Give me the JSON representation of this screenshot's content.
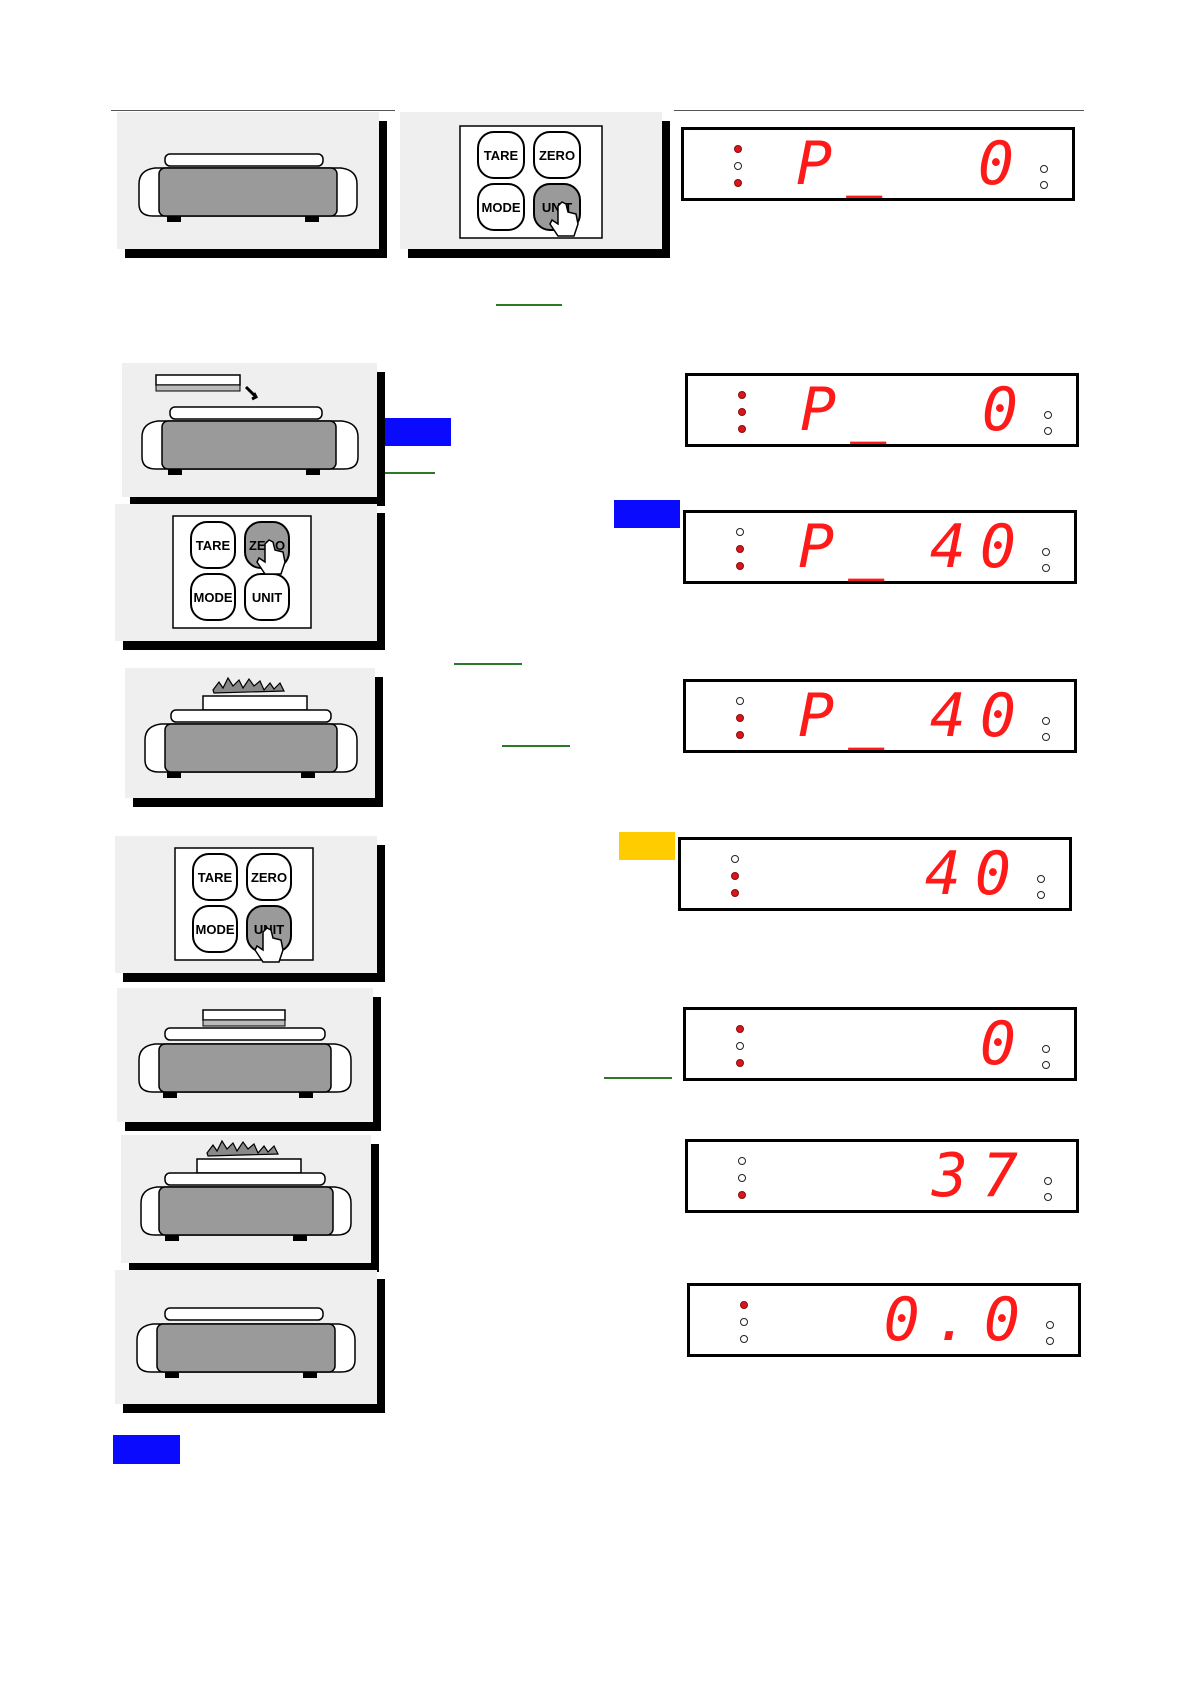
{
  "keypad": {
    "tare": "TARE",
    "zero": "ZERO",
    "mode": "MODE",
    "unit": "UNIT"
  },
  "displays": [
    {
      "left_text": "P_",
      "right_text": "0",
      "leds": [
        true,
        false,
        true
      ]
    },
    {
      "left_text": "P_",
      "right_text": "0",
      "leds": [
        true,
        true,
        true
      ]
    },
    {
      "left_text": "P_",
      "right_text": "40",
      "leds": [
        false,
        true,
        true
      ]
    },
    {
      "left_text": "P_",
      "right_text": "40",
      "leds": [
        false,
        true,
        true
      ]
    },
    {
      "left_text": "",
      "right_text": "40",
      "leds": [
        false,
        true,
        true
      ]
    },
    {
      "left_text": "",
      "right_text": "0",
      "leds": [
        true,
        false,
        true
      ]
    },
    {
      "left_text": "",
      "right_text": "37",
      "leds": [
        false,
        false,
        true
      ]
    },
    {
      "left_text": "",
      "right_text": "0.0",
      "leds": [
        true,
        false,
        false
      ]
    }
  ],
  "colors": {
    "led_on": "#d8161b",
    "segment": "#ff1a1a",
    "highlight_blue": "#0a0aff",
    "highlight_yellow": "#ffcc00",
    "underline_green": "#2a7a2a"
  }
}
